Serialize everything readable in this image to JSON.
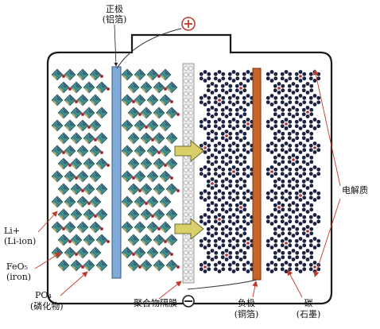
{
  "labels": {
    "cathode_line1": "正极",
    "cathode_line2": "(铝箔)",
    "plus": "⊕",
    "minus": "⊖",
    "electrolyte": "电解质",
    "li_line1": "Li+",
    "li_line2": "(Li-ion)",
    "feo_line1": "FeO₅",
    "feo_line2": "(iron)",
    "po_line1": "PO₄",
    "po_line2": "(磷化物)",
    "separator": "聚合物隔膜",
    "anode_line1": "负极",
    "anode_line2": "(铜箔)",
    "carbon_line1": "碳",
    "carbon_line2": "(石墨)"
  },
  "colors": {
    "casing": "#1a1a1a",
    "background": "#ffffff",
    "crystal_teal": "#3f8a8a",
    "crystal_blue": "#3c5f7a",
    "crystal_yellow": "#c9b25a",
    "lithium_red": "#b03030",
    "collector_al": "#7fa9d6",
    "collector_cu": "#c8642a",
    "separator": "#9a9a9a",
    "graphite": "#1c2340",
    "arrow_fill": "#d9cf6a",
    "annotation_red": "#c0392b"
  }
}
